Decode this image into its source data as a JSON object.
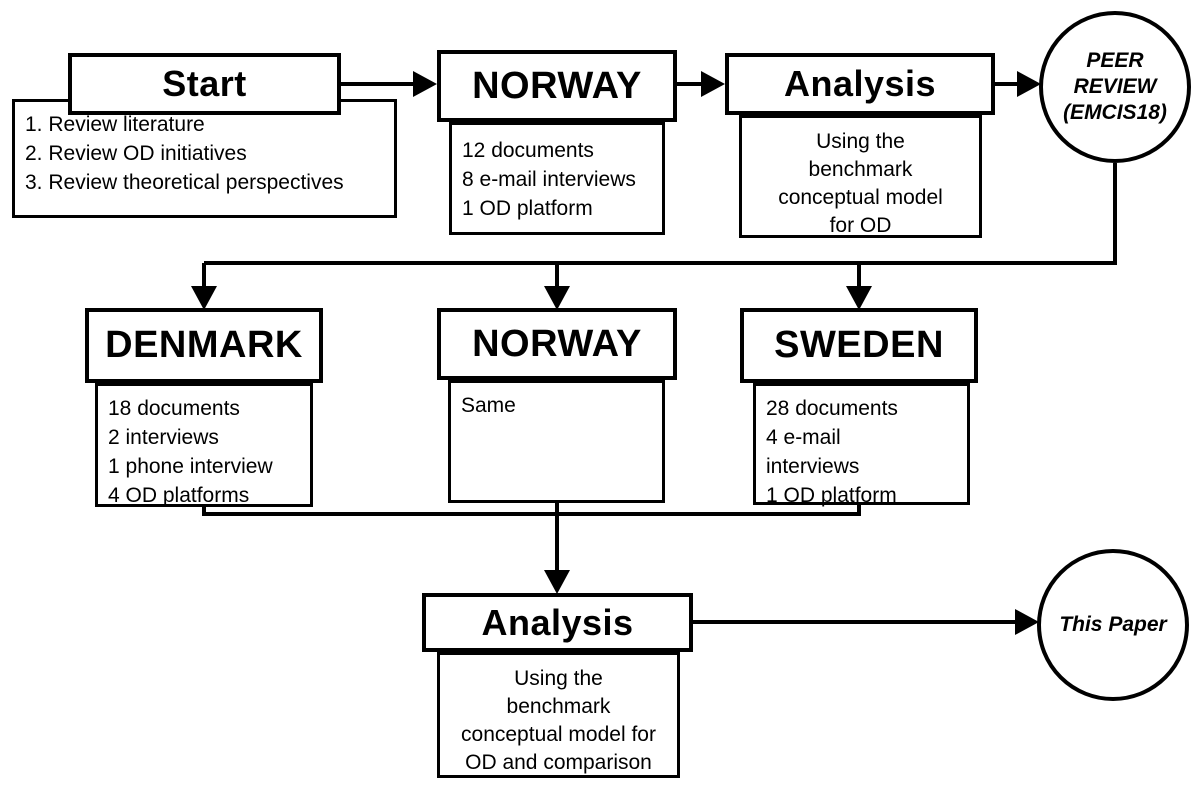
{
  "diagram": {
    "background": "#ffffff",
    "line_color": "#000000",
    "nodes": {
      "start": {
        "title": "Start",
        "items": [
          "1. Review literature",
          "2. Review OD initiatives",
          "3. Review theoretical perspectives"
        ]
      },
      "norway_top": {
        "title": "NORWAY",
        "items": [
          "12 documents",
          "8 e-mail interviews",
          "1 OD platform"
        ]
      },
      "analysis_top": {
        "title": "Analysis",
        "lines": [
          "Using the",
          "benchmark",
          "conceptual model",
          "for OD"
        ]
      },
      "peer_review": {
        "lines": [
          "PEER",
          "REVIEW",
          "(EMCIS18)"
        ]
      },
      "denmark": {
        "title": "DENMARK",
        "items": [
          "18 documents",
          "2 interviews",
          "1 phone interview",
          "4 OD platforms"
        ]
      },
      "norway_mid": {
        "title": "NORWAY",
        "items": [
          "Same"
        ]
      },
      "sweden": {
        "title": "SWEDEN",
        "items": [
          "28 documents",
          "4 e-mail",
          "interviews",
          "1 OD platform"
        ]
      },
      "analysis_bottom": {
        "title": "Analysis",
        "lines": [
          "Using the",
          "benchmark",
          "conceptual model for",
          "OD and comparison"
        ]
      },
      "this_paper": {
        "label": "This Paper"
      }
    },
    "edges": [
      {
        "from": "Start",
        "to": "NORWAY"
      },
      {
        "from": "NORWAY",
        "to": "Analysis"
      },
      {
        "from": "Analysis",
        "to": "PEER REVIEW (EMCIS18)"
      },
      {
        "from": "PEER REVIEW (EMCIS18)",
        "to": "DENMARK"
      },
      {
        "from": "PEER REVIEW (EMCIS18)",
        "to": "NORWAY (second round)"
      },
      {
        "from": "PEER REVIEW (EMCIS18)",
        "to": "SWEDEN"
      },
      {
        "from": "DENMARK",
        "to": "Analysis (final)"
      },
      {
        "from": "NORWAY (second round)",
        "to": "Analysis (final)"
      },
      {
        "from": "SWEDEN",
        "to": "Analysis (final)"
      },
      {
        "from": "Analysis (final)",
        "to": "This Paper"
      }
    ]
  }
}
